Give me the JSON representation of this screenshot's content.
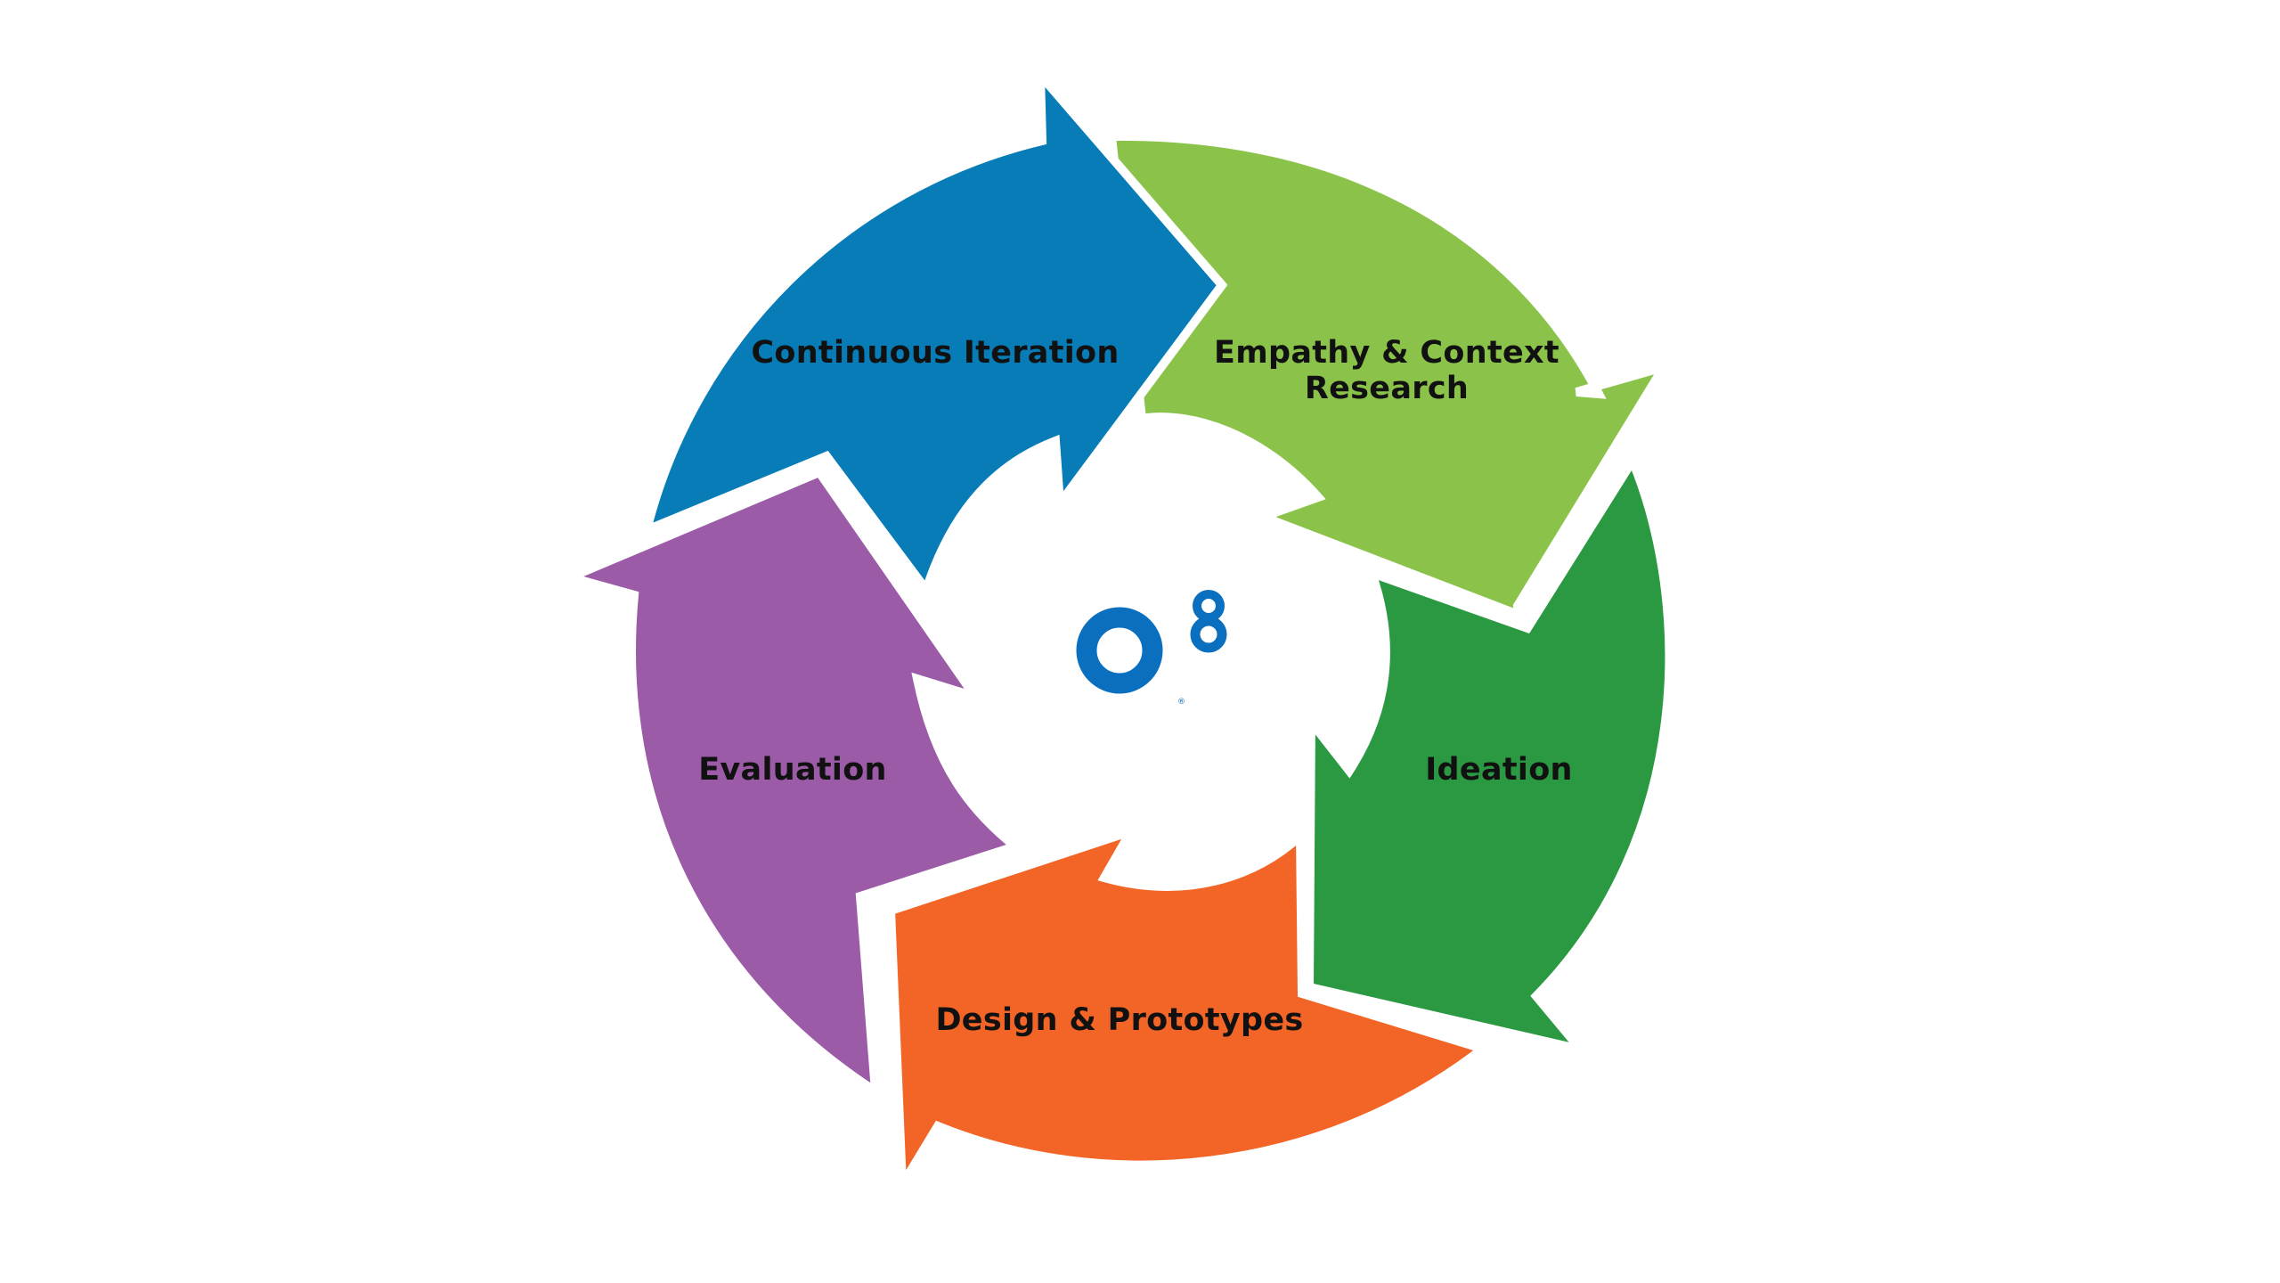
{
  "diagram": {
    "center_logo": {
      "mark": "O",
      "superscript": "8",
      "registered": "®",
      "color": "#0a6fbf"
    },
    "segments": [
      {
        "id": "empathy",
        "label_lines": [
          "Empathy & Context",
          "Research"
        ],
        "color": "#8bc34a"
      },
      {
        "id": "ideation",
        "label_lines": [
          "Ideation"
        ],
        "color": "#2a9942"
      },
      {
        "id": "design",
        "label_lines": [
          "Design & Prototypes"
        ],
        "color": "#f26526"
      },
      {
        "id": "evaluation",
        "label_lines": [
          "Evaluation"
        ],
        "color": "#9b5ba7"
      },
      {
        "id": "iteration",
        "label_lines": [
          "Continuous Iteration"
        ],
        "color": "#077cb7"
      }
    ]
  }
}
